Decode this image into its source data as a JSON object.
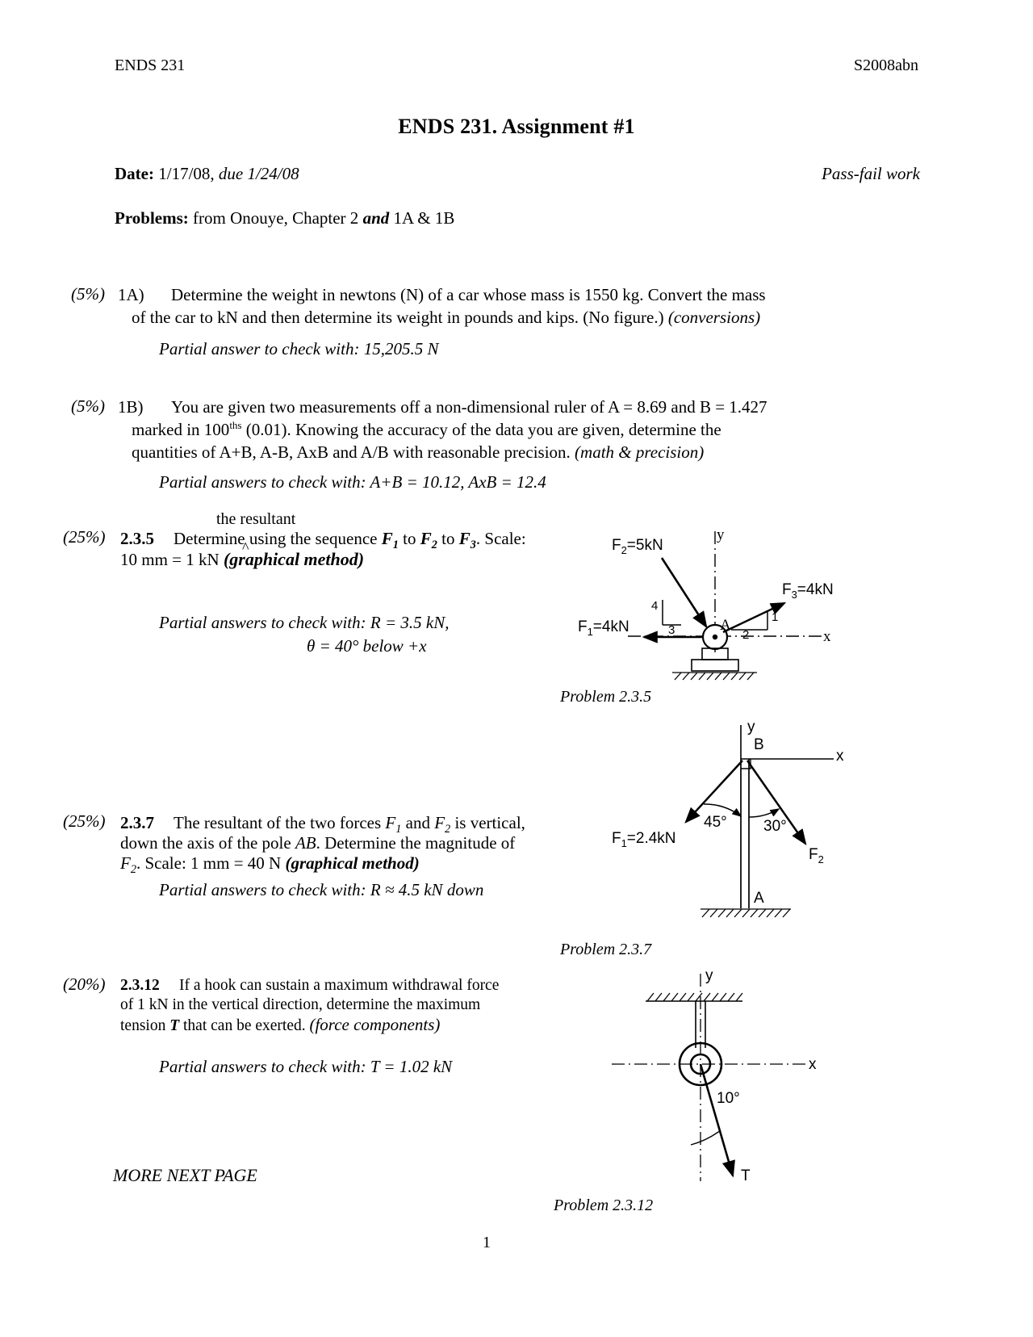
{
  "header": {
    "course_code": "ENDS 231",
    "term_code": "S2008abn"
  },
  "title": "ENDS 231.  Assignment #1",
  "meta": {
    "date_label": "Date:",
    "date_value": "1/17/08,",
    "date_due": "due 1/24/08",
    "grading_note": "Pass-fail work",
    "problems_label": "Problems:",
    "problems_value_a": "from Onouye, Chapter 2",
    "problems_value_and": "and",
    "problems_value_b": "1A & 1B"
  },
  "problems": [
    {
      "weight": "(5%)",
      "number": "1A)",
      "line1": "Determine the weight in newtons (N) of a car whose mass is 1550 kg.  Convert the mass",
      "line2_a": "of the car to kN and then determine its weight in pounds and kips.  (No figure.)",
      "line2_tag": "(conversions)",
      "answer": "Partial answer to check with:  15,205.5 N"
    },
    {
      "weight": "(5%)",
      "number": "1B)",
      "line1": "You are given two measurements off a non-dimensional ruler of A = 8.69 and B = 1.427",
      "line2_pre": "marked in 100",
      "line2_sup": "ths",
      "line2_post": "(0.01).  Knowing the accuracy of the data you are given, determine the",
      "line3_a": "quantities of A+B, A-B, AxB and A/B with reasonable precision.",
      "line3_tag": "(math & precision)",
      "answer": "Partial answers to check with:  A+B = 10.12, AxB = 12.4"
    },
    {
      "weight": "(25%)",
      "number": "2.3.5",
      "annotation": "the resultant",
      "line1_a": "Determine using the sequence",
      "line1_b": "to",
      "line1_c": "to",
      "line1_d": ". Scale:",
      "line2_scale": "10 mm = 1 kN",
      "line2_tag": "(graphical method)",
      "answer1": "Partial answers to check with:  R = 3.5 kN,",
      "answer2": "θ = 40° below +x",
      "figure_caption": "Problem 2.3.5"
    },
    {
      "weight": "(25%)",
      "number": "2.3.7",
      "line1_a": "The resultant of the two forces",
      "line1_b": "and",
      "line1_c": "is vertical,",
      "line2_a": "down the axis of the pole",
      "line2_ab": "AB",
      "line2_b": ". Determine the magnitude of",
      "line3_f2": "F",
      "line3_f2sub": "2",
      "line3_a": ". Scale: 1 mm = 40 N",
      "line3_tag": "(graphical method)",
      "answer1": "Partial answers to check with:  R ≈ 4.5 kN down",
      "figure_caption": "Problem 2.3.7"
    },
    {
      "weight": "(20%)",
      "number": "2.3.12",
      "line1": "If a hook can sustain a maximum withdrawal force",
      "line2": "of 1 kN in the vertical direction, determine the maximum",
      "line3_a": "tension",
      "line3_t": "T",
      "line3_b": "that can be exerted.",
      "line3_tag": "(force components)",
      "answer1": "Partial answers to check with:  T = 1.02 kN",
      "figure_caption": "Problem 2.3.12"
    }
  ],
  "footer": {
    "more_next_page": "MORE NEXT PAGE",
    "page_number": "1"
  },
  "figures": {
    "fig235": {
      "axis_y": "y",
      "axis_x": "x",
      "point_a": "A",
      "f1_label_f": "F",
      "f1_label_sub": "1",
      "f1_label_val": "=4kN",
      "f2_label_f": "F",
      "f2_label_sub": "2",
      "f2_label_val": "=5kN",
      "f3_label_f": "F",
      "f3_label_sub": "3",
      "f3_label_val": "=4kN",
      "slope_f2_rise": "4",
      "slope_f2_run": "3",
      "slope_f3_rise": "1",
      "slope_f3_run": "2"
    },
    "fig237": {
      "axis_y": "y",
      "axis_x": "x",
      "point_b": "B",
      "point_a": "A",
      "angle_left": "45°",
      "angle_right": "30°",
      "f1_label_f": "F",
      "f1_label_sub": "1",
      "f1_label_val": "=2.4kN",
      "f2_label_f": "F",
      "f2_label_sub": "2"
    },
    "fig2312": {
      "axis_y": "y",
      "axis_x": "x",
      "angle": "10°",
      "tension": "T"
    }
  },
  "colors": {
    "ink": "#000000",
    "paper": "#ffffff"
  }
}
